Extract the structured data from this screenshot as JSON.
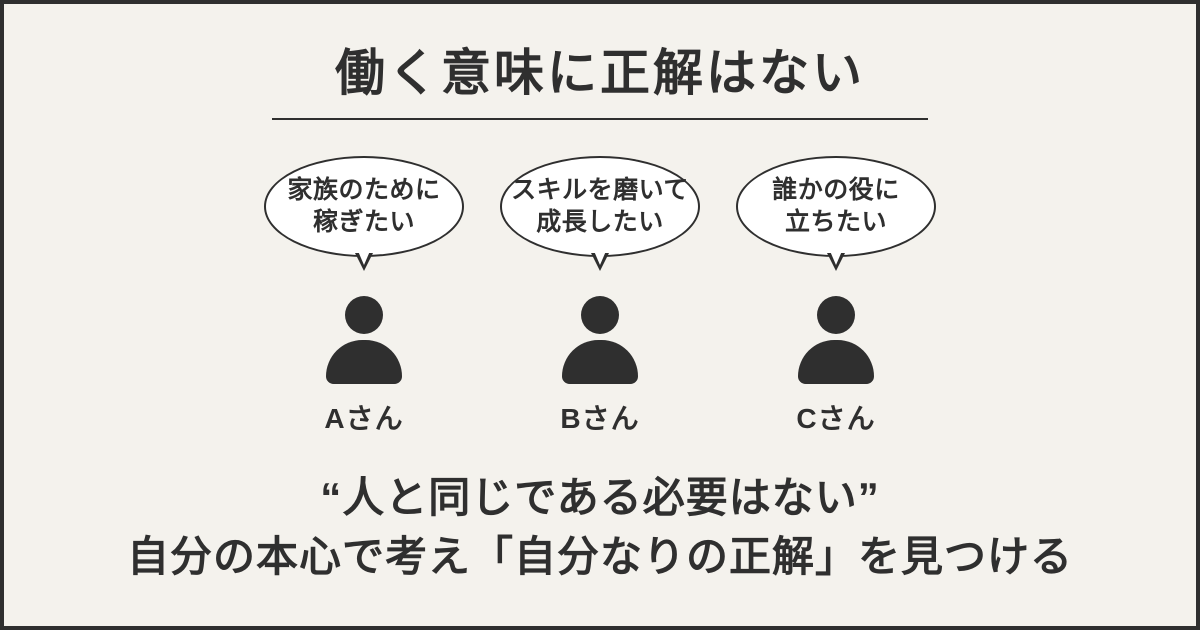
{
  "title": "働く意味に正解はない",
  "people": [
    {
      "bubble": {
        "line1": "家族のために",
        "line2": "稼ぎたい"
      },
      "name": "Aさん"
    },
    {
      "bubble": {
        "line1": "スキルを磨いて",
        "line2": "成長したい"
      },
      "name": "Bさん"
    },
    {
      "bubble": {
        "line1": "誰かの役に",
        "line2": "立ちたい"
      },
      "name": "Cさん"
    }
  ],
  "conclusion": {
    "line1": "“人と同じである必要はない”",
    "line2": "自分の本心で考え「自分なりの正解」を見つける"
  },
  "icons": {
    "person": "person-icon (head and shoulders silhouette)"
  },
  "colors": {
    "background": "#F4F2ED",
    "ink": "#2F2F2F",
    "bubble_fill": "#FFFFFF",
    "frame_border": "#2F2F2F"
  }
}
